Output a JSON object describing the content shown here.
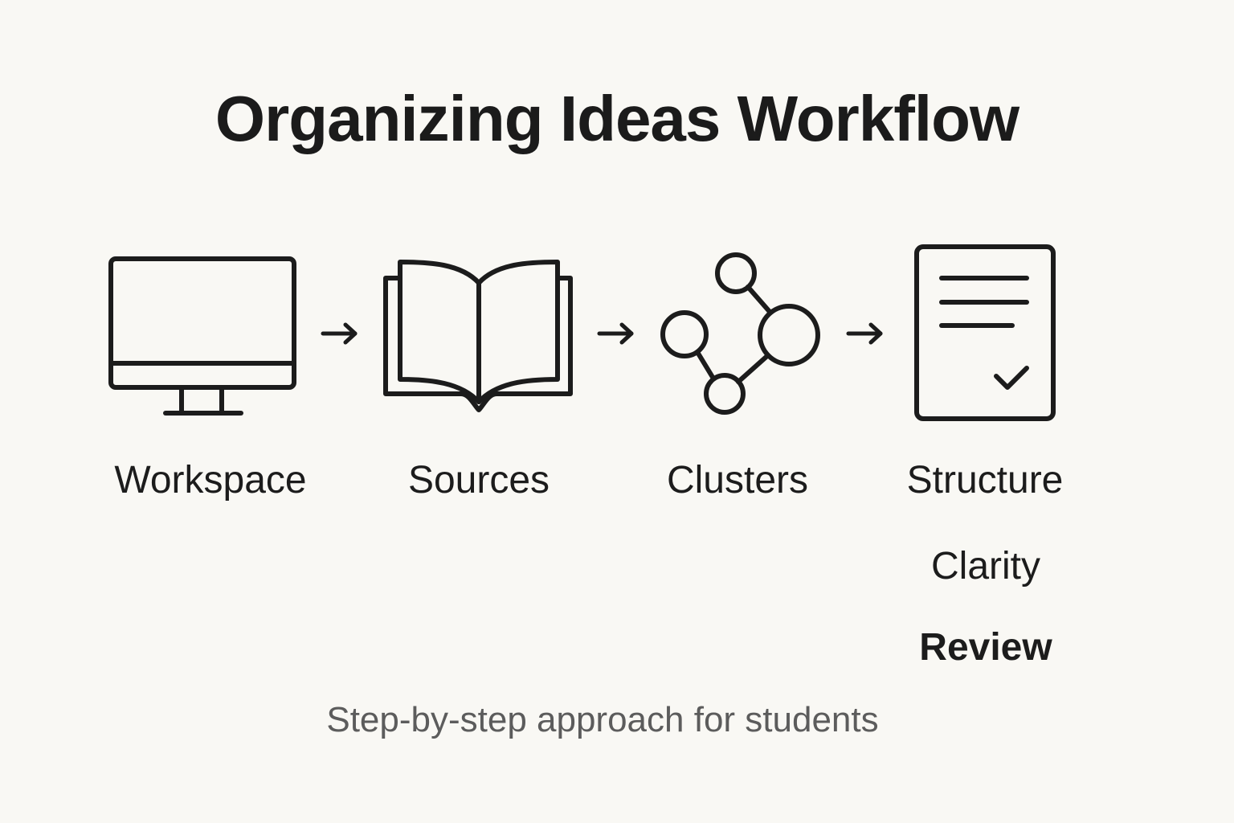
{
  "title": "Organizing Ideas Workflow",
  "subtitle": "Step-by-step approach for students",
  "steps": [
    {
      "label": "Workspace",
      "icon": "monitor-icon"
    },
    {
      "label": "Sources",
      "icon": "open-book-icon"
    },
    {
      "label": "Clusters",
      "icon": "node-cluster-icon"
    },
    {
      "label": "Structure",
      "icon": "checked-document-icon"
    }
  ],
  "sub_steps": [
    {
      "label": "Clarity"
    },
    {
      "label": "Review"
    }
  ],
  "connector": "arrow-right-icon",
  "colors": {
    "background": "#f9f8f4",
    "ink": "#1c1c1c",
    "subtitle": "#5c5c5c"
  }
}
